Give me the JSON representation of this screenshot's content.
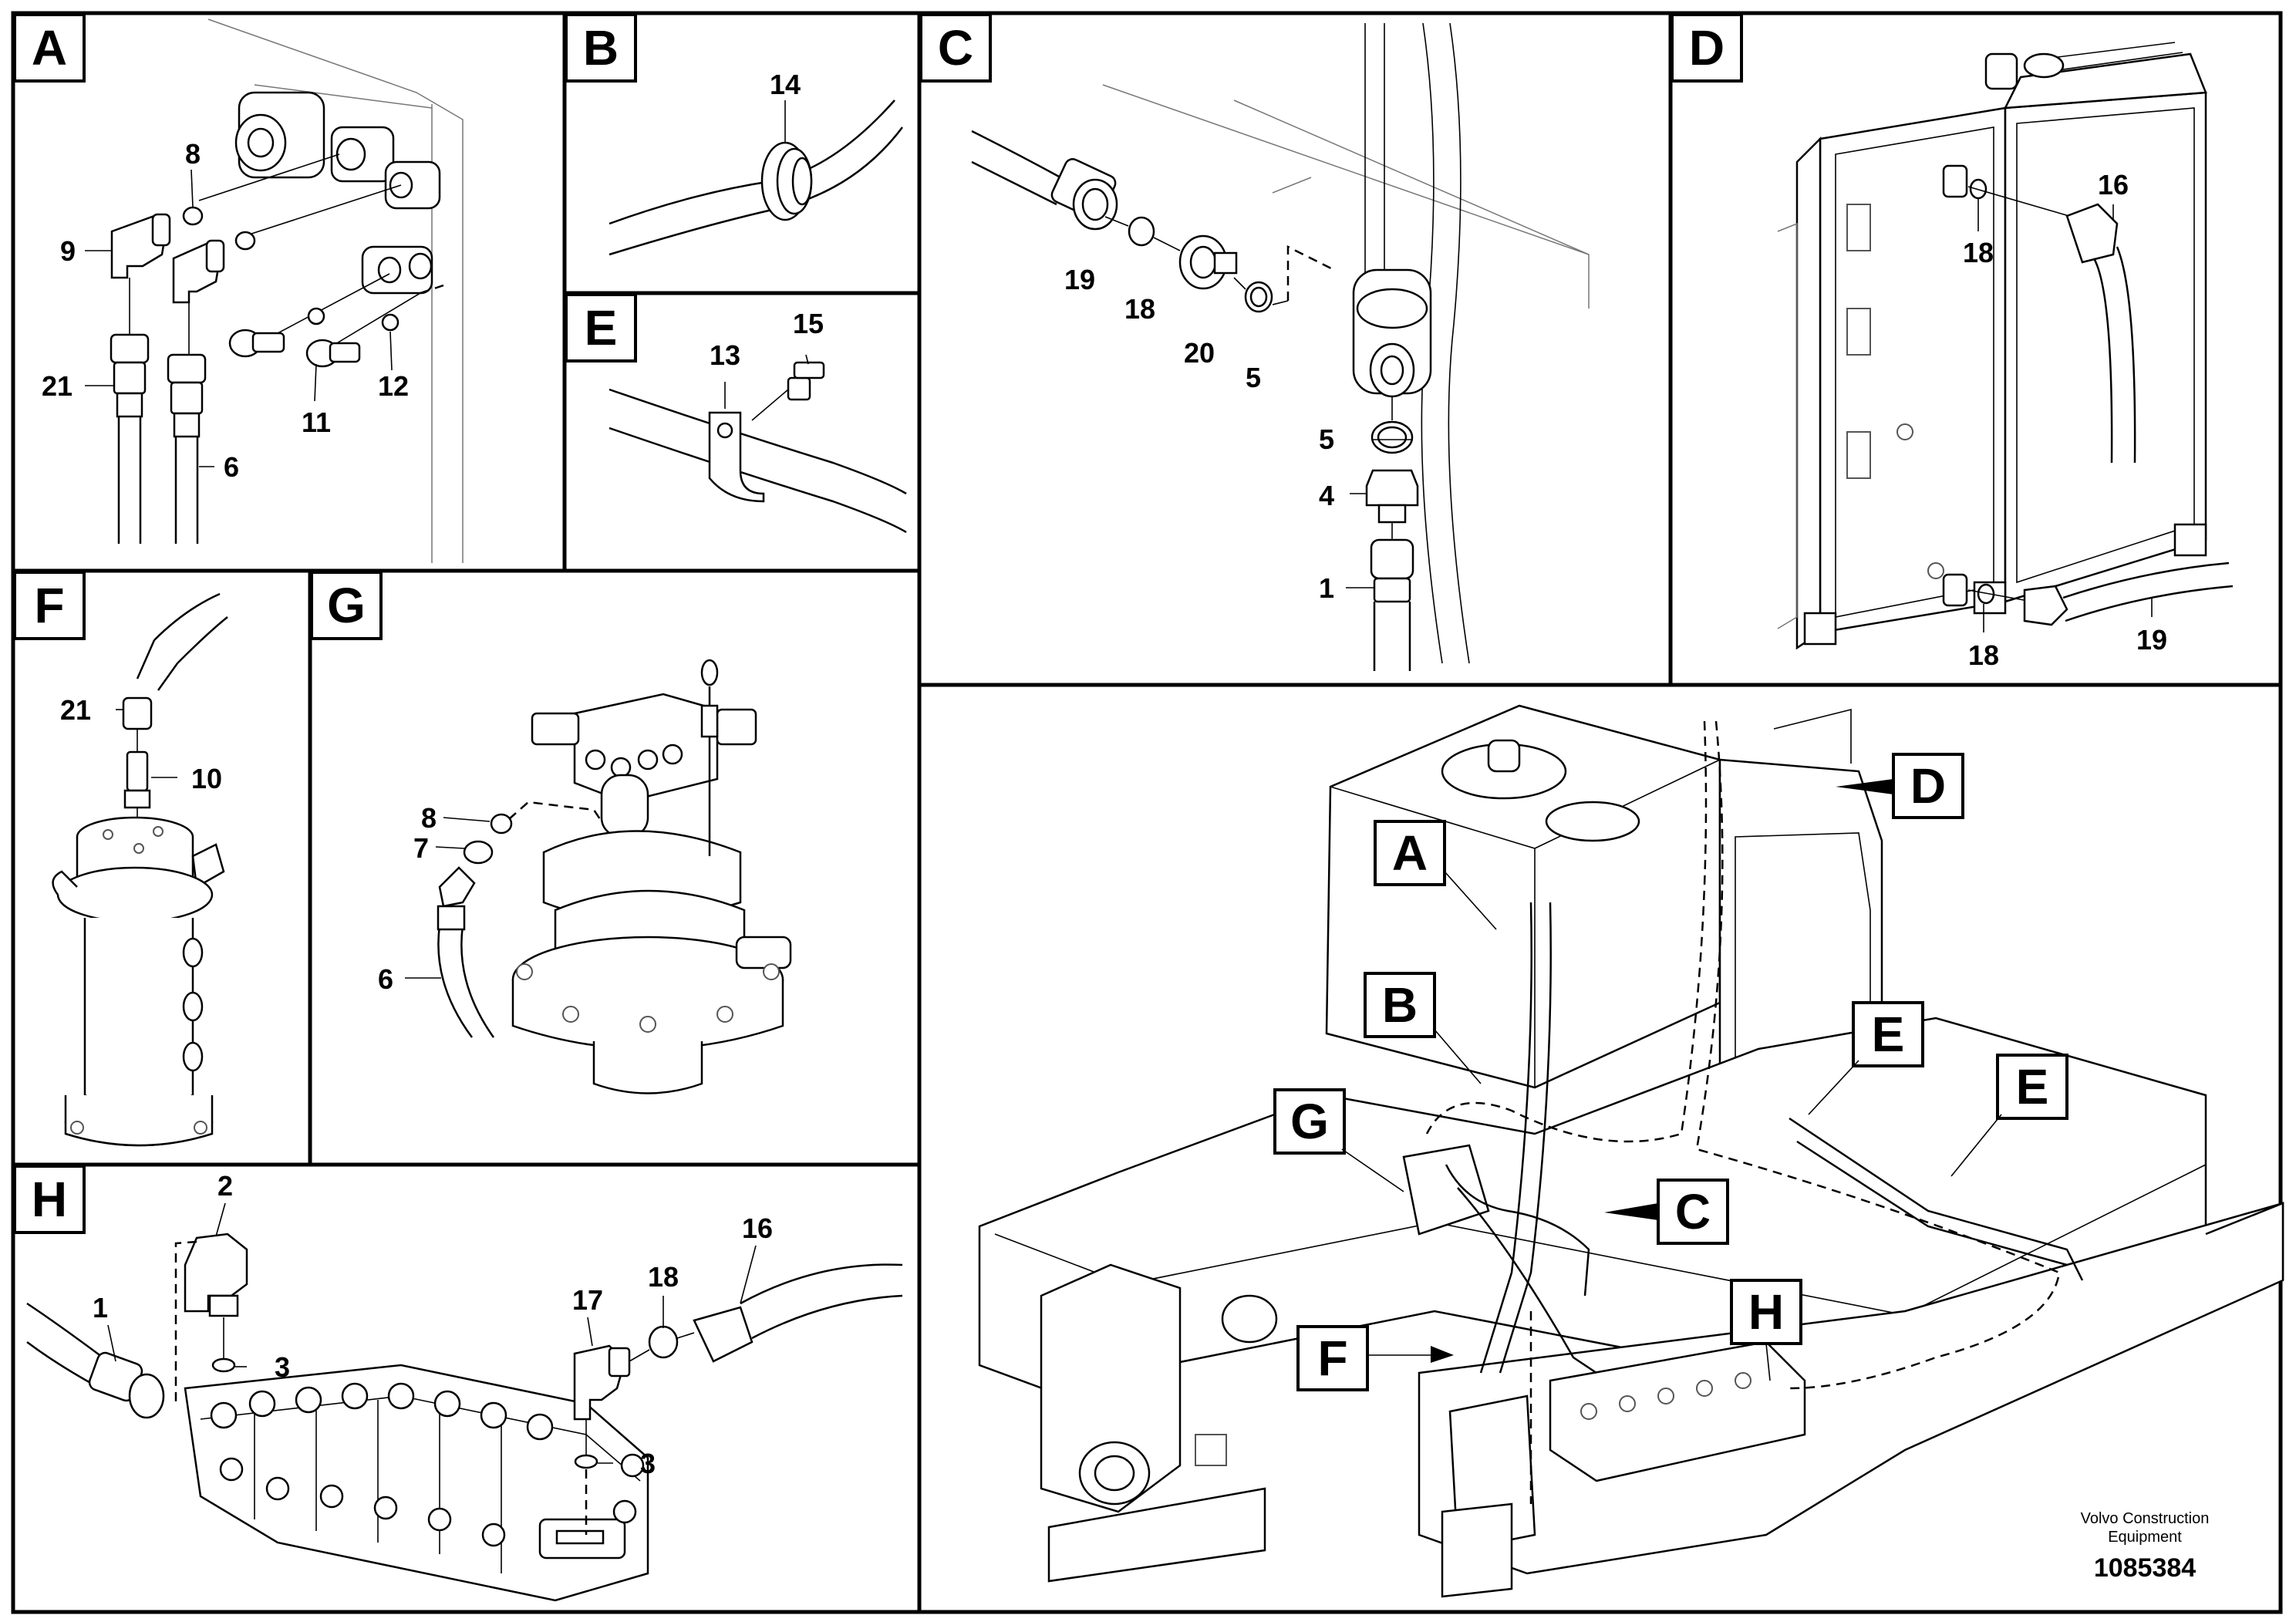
{
  "panels": {
    "A": {
      "letter": "A",
      "callouts": [
        "8",
        "9",
        "21",
        "6",
        "11",
        "12"
      ]
    },
    "B": {
      "letter": "B",
      "callouts": [
        "14"
      ]
    },
    "C": {
      "letter": "C",
      "callouts": [
        "19",
        "18",
        "20",
        "5",
        "5",
        "4",
        "1"
      ]
    },
    "D": {
      "letter": "D",
      "callouts": [
        "16",
        "18",
        "18",
        "19"
      ]
    },
    "E": {
      "letter": "E",
      "callouts": [
        "13",
        "15"
      ]
    },
    "F": {
      "letter": "F",
      "callouts": [
        "21",
        "10"
      ]
    },
    "G": {
      "letter": "G",
      "callouts": [
        "8",
        "7",
        "6"
      ]
    },
    "H": {
      "letter": "H",
      "callouts": [
        "2",
        "1",
        "3",
        "17",
        "18",
        "16",
        "3"
      ]
    }
  },
  "overview": {
    "labels": [
      "D",
      "A",
      "B",
      "E",
      "E",
      "G",
      "C",
      "F",
      "H"
    ]
  },
  "credit": {
    "line1": "Volvo Construction",
    "line2": "Equipment",
    "doc_number": "1085384"
  }
}
